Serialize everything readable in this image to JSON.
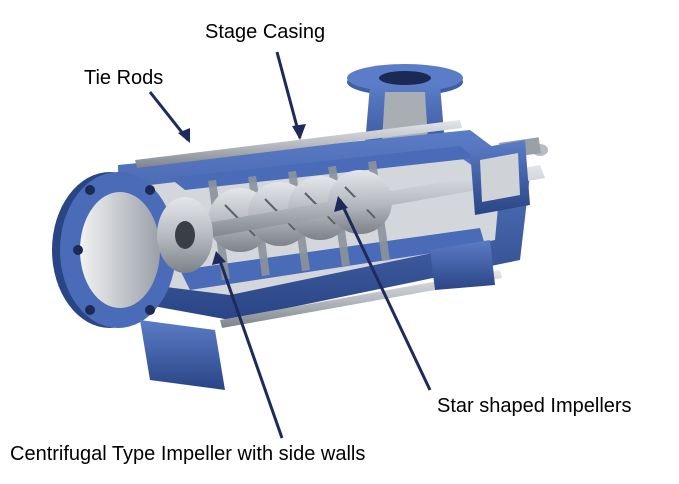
{
  "labels": {
    "stage_casing": "Stage Casing",
    "tie_rods": "Tie Rods",
    "star_impellers": "Star shaped Impellers",
    "centrifugal_impeller": "Centrifugal Type Impeller with side walls"
  },
  "colors": {
    "casing_blue": "#3f5fa8",
    "casing_blue_dark": "#2a4585",
    "steel": "#b8bcc2",
    "steel_dark": "#6e737a",
    "pointer": "#1f2a5c"
  }
}
